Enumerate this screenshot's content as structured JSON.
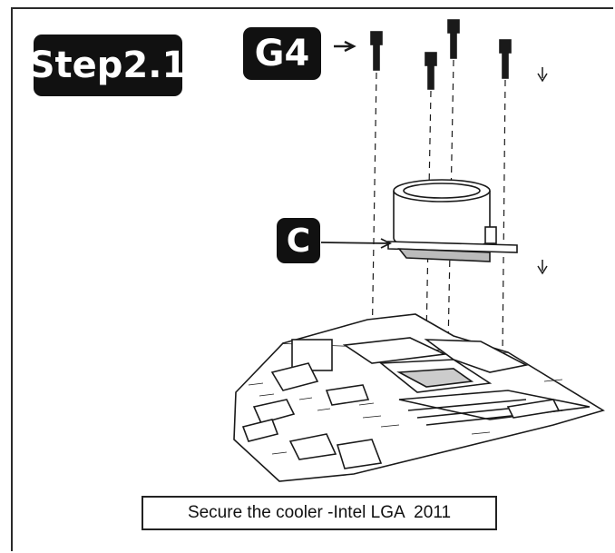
{
  "step_label": "Step2.1",
  "part_labels": {
    "screws": "G4",
    "cooler": "C"
  },
  "icons": [
    "pointer-arrow-icon",
    "down-arrow-icon",
    "screw-icon",
    "cooler-pump-icon",
    "motherboard-icon"
  ],
  "colors": {
    "badge_background": "#111111",
    "badge_text": "#ffffff",
    "line_art": "#1a1a1a"
  },
  "caption": "Secure the cooler -Intel LGA  2011"
}
